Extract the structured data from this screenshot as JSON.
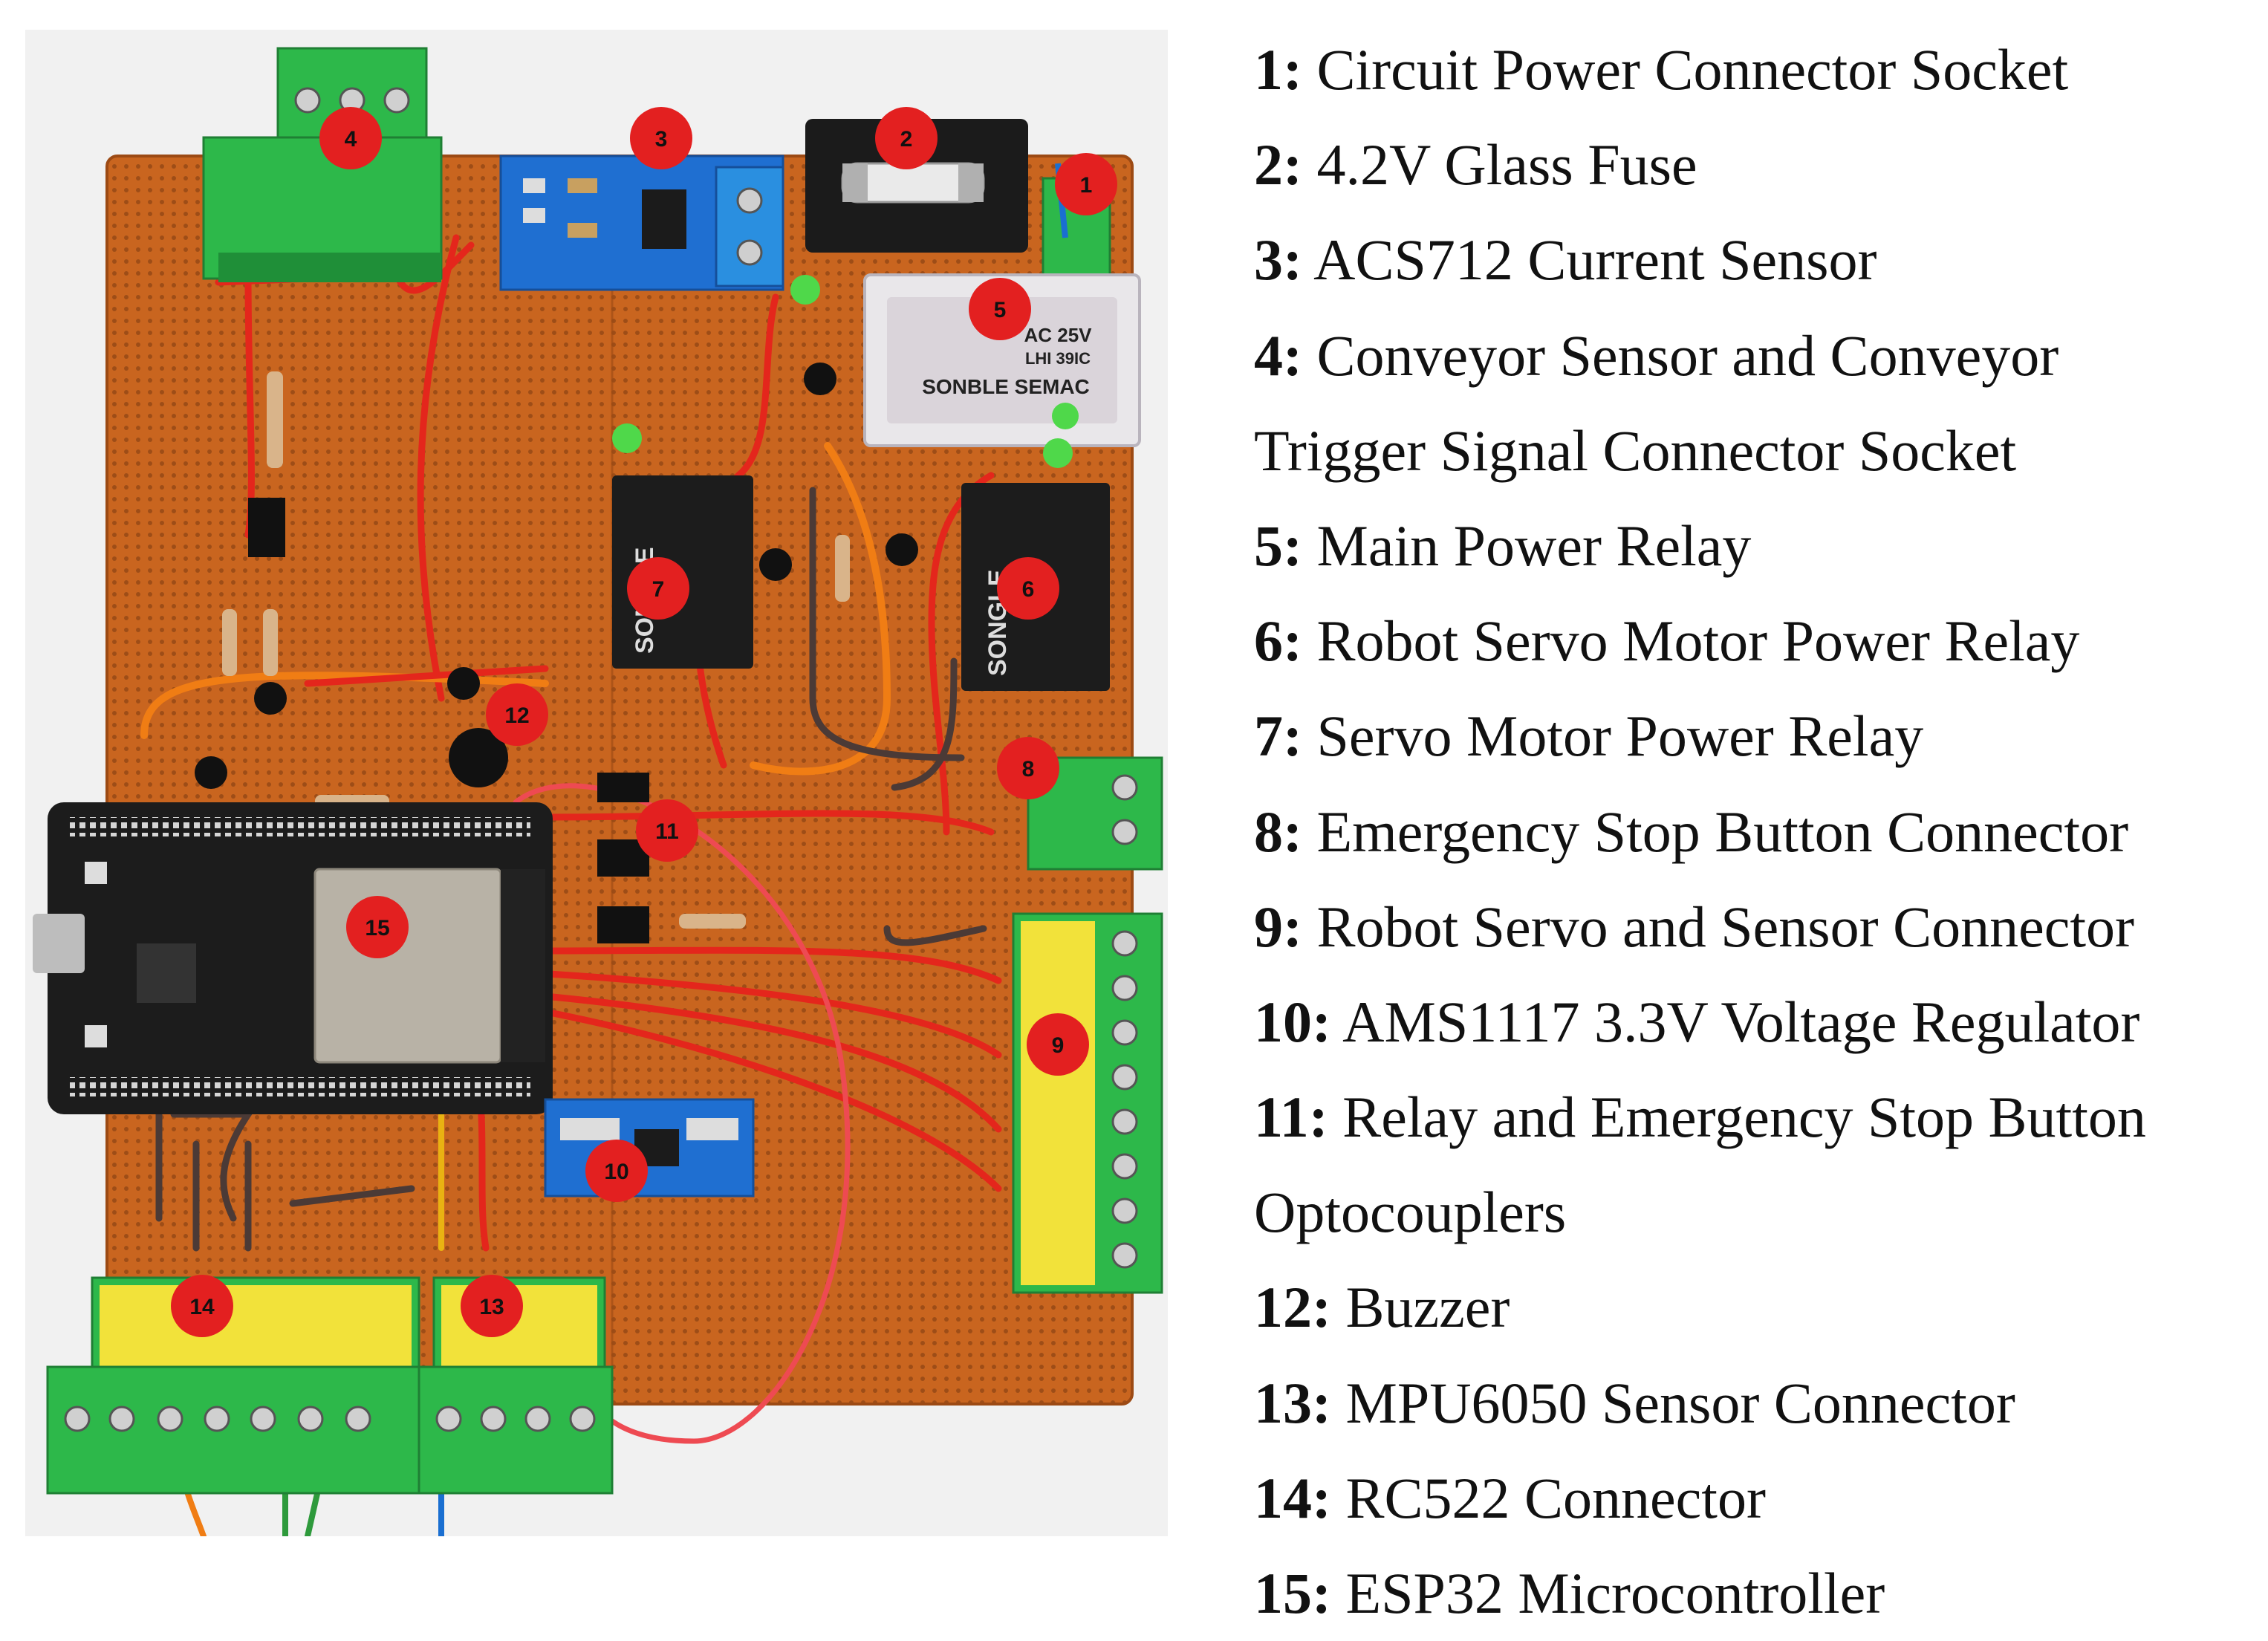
{
  "colors": {
    "board": "#c9651f",
    "terminal_green": "#2db84a",
    "label_yellow": "#f2e23a",
    "marker_red": "#e32020",
    "module_blue": "#1f6fd1",
    "esp_black": "#1c1c1c"
  },
  "markers": [
    "1",
    "2",
    "3",
    "4",
    "5",
    "6",
    "7",
    "8",
    "9",
    "10",
    "11",
    "12",
    "13",
    "14",
    "15"
  ],
  "chip_text": {
    "main_relay_line1": "AC 25V",
    "main_relay_line2": "LHI 39IC",
    "main_relay_line3": "SONBLE SEMAC",
    "songle": "SONGLE"
  },
  "legend": [
    {
      "num": "1:",
      "text": " Circuit Power Connector Socket"
    },
    {
      "num": "2:",
      "text": " 4.2V Glass Fuse"
    },
    {
      "num": "3:",
      "text": " ACS712 Current Sensor"
    },
    {
      "num": "4:",
      "text": " Conveyor Sensor and Conveyor"
    },
    {
      "num": "",
      "text": "Trigger Signal Connector Socket"
    },
    {
      "num": "5:",
      "text": " Main Power Relay"
    },
    {
      "num": "6:",
      "text": " Robot Servo Motor Power Relay"
    },
    {
      "num": "7:",
      "text": " Servo Motor Power Relay"
    },
    {
      "num": "8:",
      "text": " Emergency Stop Button Connector"
    },
    {
      "num": "9:",
      "text": " Robot Servo and Sensor Connector"
    },
    {
      "num": "10:",
      "text": " AMS1117 3.3V Voltage Regulator"
    },
    {
      "num": "11:",
      "text": " Relay and Emergency Stop Button"
    },
    {
      "num": "",
      "text": "Optocouplers"
    },
    {
      "num": "12:",
      "text": " Buzzer"
    },
    {
      "num": "13:",
      "text": " MPU6050 Sensor Connector"
    },
    {
      "num": "14:",
      "text": " RC522 Connector"
    },
    {
      "num": "15:",
      "text": " ESP32 Microcontroller"
    }
  ]
}
